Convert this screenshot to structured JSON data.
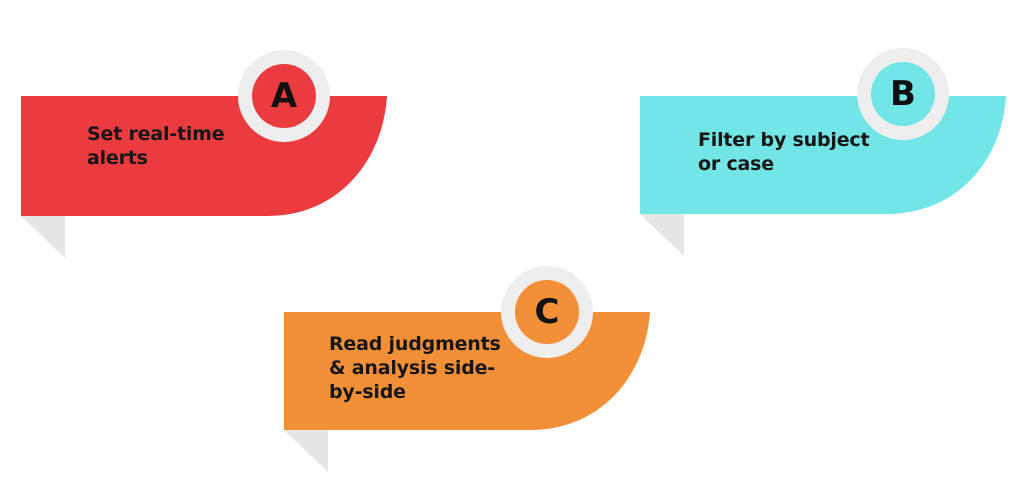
{
  "cards": [
    {
      "letter": "A",
      "text": "Set real-time\nalerts",
      "color": "#ec3b3e"
    },
    {
      "letter": "B",
      "text": "Filter by subject\nor case",
      "color": "#72e6e6"
    },
    {
      "letter": "C",
      "text": "Read judgments\n& analysis side-\nby-side",
      "color": "#f39037"
    }
  ],
  "colors": {
    "badge_ring": "#eeeeee",
    "fold_shadow": "#e8e8e8",
    "text": "#161616"
  }
}
